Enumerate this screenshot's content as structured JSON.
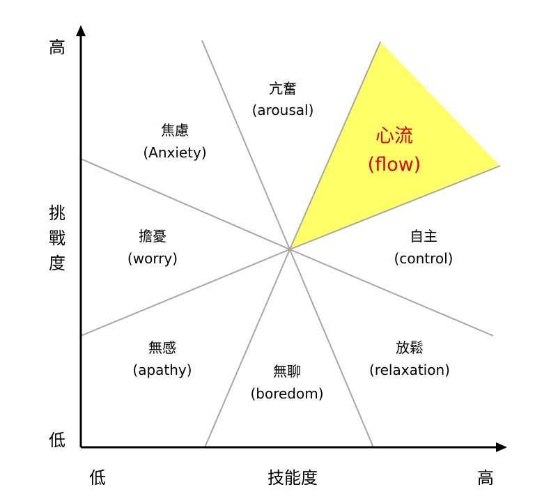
{
  "axes": {
    "y_label": [
      "挑",
      "戰",
      "度"
    ],
    "y_high": "高",
    "y_low": "低",
    "x_label": "技能度",
    "x_low": "低",
    "x_high": "高"
  },
  "regions": {
    "arousal": {
      "zh": "亢奮",
      "en": "(arousal)"
    },
    "anxiety": {
      "zh": "焦慮",
      "en": "(Anxiety)"
    },
    "flow": {
      "zh": "心流",
      "en": "(flow)"
    },
    "worry": {
      "zh": "擔憂",
      "en": "(worry)"
    },
    "control": {
      "zh": "自主",
      "en": "(control)"
    },
    "apathy": {
      "zh": "無感",
      "en": "(apathy)"
    },
    "boredom": {
      "zh": "無聊",
      "en": "(boredom)"
    },
    "relaxation": {
      "zh": "放鬆",
      "en": "(relaxation)"
    }
  },
  "colors": {
    "flow_fill": "#ffff66",
    "flow_text": "#e00000",
    "divider": "#a6a6a6",
    "axis": "#000000"
  }
}
